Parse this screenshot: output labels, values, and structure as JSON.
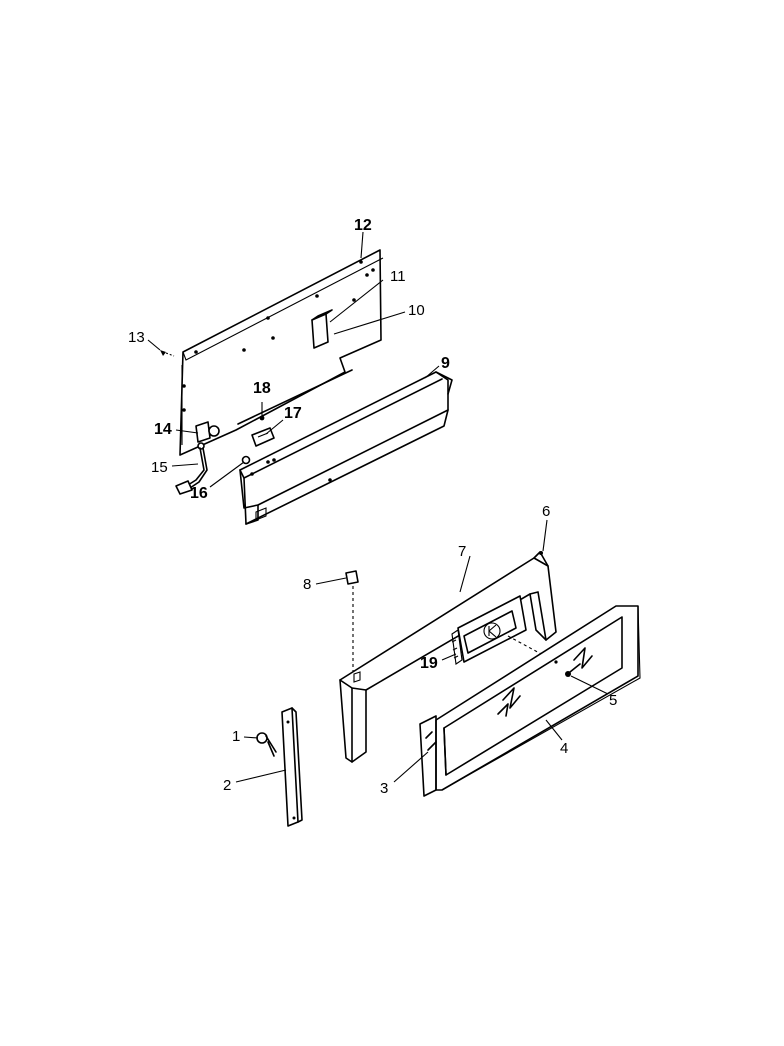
{
  "callouts": [
    {
      "id": "1",
      "text": "1"
    },
    {
      "id": "2",
      "text": "2"
    },
    {
      "id": "3",
      "text": "3"
    },
    {
      "id": "4",
      "text": "4"
    },
    {
      "id": "5",
      "text": "5"
    },
    {
      "id": "6",
      "text": "6"
    },
    {
      "id": "7",
      "text": "7"
    },
    {
      "id": "8",
      "text": "8"
    },
    {
      "id": "9",
      "text": "9"
    },
    {
      "id": "10",
      "text": "10"
    },
    {
      "id": "11",
      "text": "11"
    },
    {
      "id": "12",
      "text": "12"
    },
    {
      "id": "13",
      "text": "13"
    },
    {
      "id": "14",
      "text": "14"
    },
    {
      "id": "15",
      "text": "15"
    },
    {
      "id": "16",
      "text": "16"
    },
    {
      "id": "17",
      "text": "17"
    },
    {
      "id": "18",
      "text": "18"
    },
    {
      "id": "19",
      "text": "19"
    }
  ],
  "colors": {
    "line": "#000000",
    "background": "#ffffff"
  }
}
